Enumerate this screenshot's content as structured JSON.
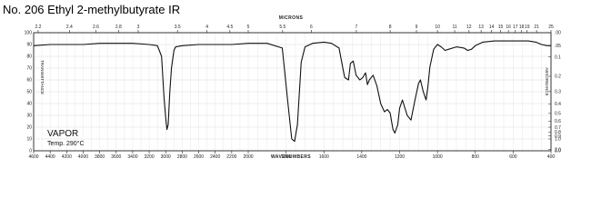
{
  "page_title": "No. 206 Ethyl 2-methylbutyrate IR",
  "chart_data": {
    "type": "line",
    "xlabel": "WAVENUMBERS",
    "x2label": "MICRONS",
    "ylabel": "TRANSMITTANCE",
    "y2label": "ABSORBANCE",
    "xlim": [
      4600,
      400
    ],
    "ylim": [
      0,
      100
    ],
    "grid": true,
    "annotations": [
      "VAPOR",
      "Temp. 290°C"
    ],
    "x_ticks": [
      {
        "value": 4600,
        "label": "4600"
      },
      {
        "value": 4400,
        "label": "4400"
      },
      {
        "value": 4200,
        "label": "4200"
      },
      {
        "value": 4000,
        "label": "4000"
      },
      {
        "value": 3800,
        "label": "3800"
      },
      {
        "value": 3600,
        "label": "3600"
      },
      {
        "value": 3400,
        "label": "3400"
      },
      {
        "value": 3200,
        "label": "3200"
      },
      {
        "value": 3000,
        "label": "3000"
      },
      {
        "value": 2800,
        "label": "2800"
      },
      {
        "value": 2600,
        "label": "2600"
      },
      {
        "value": 2400,
        "label": "2400"
      },
      {
        "value": 2200,
        "label": "2200"
      },
      {
        "value": 2000,
        "label": "2000"
      },
      {
        "value": 1800,
        "label": "1800"
      },
      {
        "value": 1600,
        "label": "1600"
      },
      {
        "value": 1400,
        "label": "1400"
      },
      {
        "value": 1200,
        "label": "1200"
      },
      {
        "value": 1000,
        "label": "1000"
      },
      {
        "value": 800,
        "label": "800"
      },
      {
        "value": 600,
        "label": "600"
      },
      {
        "value": 400,
        "label": "400"
      }
    ],
    "micron_ticks": [
      {
        "value": 2.2,
        "label": "2.2"
      },
      {
        "value": 2.4,
        "label": "2.4"
      },
      {
        "value": 2.6,
        "label": "2.6"
      },
      {
        "value": 2.8,
        "label": "2.8"
      },
      {
        "value": 3,
        "label": "3"
      },
      {
        "value": 3.5,
        "label": "3.5"
      },
      {
        "value": 4,
        "label": "4"
      },
      {
        "value": 4.5,
        "label": "4.5"
      },
      {
        "value": 5,
        "label": "5"
      },
      {
        "value": 5.5,
        "label": "5.5"
      },
      {
        "value": 6,
        "label": "6"
      },
      {
        "value": 7,
        "label": "7"
      },
      {
        "value": 8,
        "label": "8"
      },
      {
        "value": 9,
        "label": "9"
      },
      {
        "value": 10,
        "label": "10"
      },
      {
        "value": 11,
        "label": "11"
      },
      {
        "value": 12,
        "label": "12"
      },
      {
        "value": 13,
        "label": "13"
      },
      {
        "value": 14,
        "label": "14"
      },
      {
        "value": 15,
        "label": "15"
      },
      {
        "value": 16,
        "label": "16"
      },
      {
        "value": 17,
        "label": "17"
      },
      {
        "value": 18,
        "label": "18"
      },
      {
        "value": 19,
        "label": "19"
      },
      {
        "value": 21,
        "label": "21"
      },
      {
        "value": 25,
        "label": "25"
      }
    ],
    "y_ticks": [
      {
        "value": 0,
        "label": "0"
      },
      {
        "value": 10,
        "label": "10"
      },
      {
        "value": 20,
        "label": "20"
      },
      {
        "value": 30,
        "label": "30"
      },
      {
        "value": 40,
        "label": "40"
      },
      {
        "value": 50,
        "label": "50"
      },
      {
        "value": 60,
        "label": "60"
      },
      {
        "value": 70,
        "label": "70"
      },
      {
        "value": 80,
        "label": "80"
      },
      {
        "value": 90,
        "label": "90"
      },
      {
        "value": 100,
        "label": "100"
      }
    ],
    "absorbance_ticks": [
      {
        "value": 0,
        "label": ".00"
      },
      {
        "value": 0.05,
        "label": ".05"
      },
      {
        "value": 0.1,
        "label": "0.1"
      },
      {
        "value": 0.2,
        "label": "0.2"
      },
      {
        "value": 0.3,
        "label": "0.3"
      },
      {
        "value": 0.4,
        "label": "0.4"
      },
      {
        "value": 0.5,
        "label": "0.5"
      },
      {
        "value": 0.6,
        "label": "0.6"
      },
      {
        "value": 0.7,
        "label": "0.7"
      },
      {
        "value": 0.8,
        "label": "0.8"
      },
      {
        "value": 0.9,
        "label": "0.9"
      },
      {
        "value": 1.0,
        "label": "1.0"
      },
      {
        "value": 2.0,
        "label": "2.0"
      },
      {
        "value": 3.0,
        "label": "3.0"
      }
    ],
    "series": [
      {
        "values": [
          [
            4600,
            89
          ],
          [
            4400,
            90
          ],
          [
            4200,
            90
          ],
          [
            4000,
            90
          ],
          [
            3800,
            91
          ],
          [
            3600,
            91
          ],
          [
            3400,
            91
          ],
          [
            3200,
            90
          ],
          [
            3100,
            89
          ],
          [
            3050,
            80
          ],
          [
            3020,
            45
          ],
          [
            3000,
            28
          ],
          [
            2985,
            18
          ],
          [
            2970,
            22
          ],
          [
            2950,
            50
          ],
          [
            2930,
            70
          ],
          [
            2900,
            85
          ],
          [
            2880,
            88
          ],
          [
            2800,
            89
          ],
          [
            2600,
            90
          ],
          [
            2400,
            90
          ],
          [
            2200,
            90
          ],
          [
            2000,
            91
          ],
          [
            1900,
            91
          ],
          [
            1820,
            87
          ],
          [
            1790,
            40
          ],
          [
            1770,
            10
          ],
          [
            1755,
            8
          ],
          [
            1740,
            22
          ],
          [
            1720,
            75
          ],
          [
            1700,
            88
          ],
          [
            1660,
            91
          ],
          [
            1600,
            92
          ],
          [
            1560,
            91
          ],
          [
            1520,
            87
          ],
          [
            1500,
            70
          ],
          [
            1490,
            62
          ],
          [
            1470,
            60
          ],
          [
            1460,
            74
          ],
          [
            1445,
            76
          ],
          [
            1430,
            64
          ],
          [
            1410,
            60
          ],
          [
            1395,
            62
          ],
          [
            1380,
            66
          ],
          [
            1370,
            56
          ],
          [
            1360,
            60
          ],
          [
            1340,
            64
          ],
          [
            1320,
            55
          ],
          [
            1300,
            40
          ],
          [
            1280,
            33
          ],
          [
            1265,
            35
          ],
          [
            1250,
            32
          ],
          [
            1235,
            18
          ],
          [
            1225,
            15
          ],
          [
            1210,
            22
          ],
          [
            1200,
            36
          ],
          [
            1185,
            43
          ],
          [
            1160,
            30
          ],
          [
            1140,
            26
          ],
          [
            1120,
            42
          ],
          [
            1100,
            57
          ],
          [
            1090,
            60
          ],
          [
            1075,
            50
          ],
          [
            1060,
            43
          ],
          [
            1050,
            55
          ],
          [
            1040,
            71
          ],
          [
            1020,
            86
          ],
          [
            1000,
            90
          ],
          [
            980,
            88
          ],
          [
            960,
            85
          ],
          [
            940,
            86
          ],
          [
            900,
            88
          ],
          [
            860,
            87
          ],
          [
            840,
            85
          ],
          [
            820,
            86
          ],
          [
            800,
            89
          ],
          [
            760,
            92
          ],
          [
            700,
            93
          ],
          [
            600,
            93
          ],
          [
            520,
            93
          ],
          [
            480,
            92
          ],
          [
            450,
            90
          ],
          [
            420,
            89
          ],
          [
            400,
            89
          ]
        ]
      }
    ]
  }
}
